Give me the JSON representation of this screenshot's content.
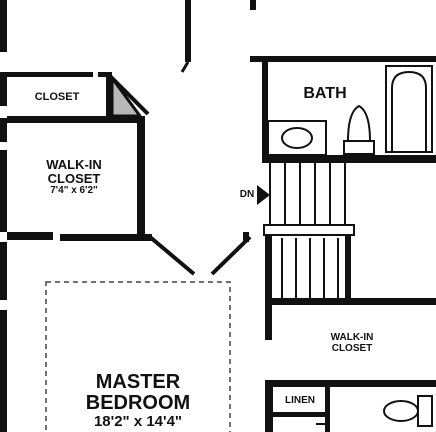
{
  "rooms": {
    "closet": {
      "name": "CLOSET"
    },
    "bath": {
      "name": "BATH"
    },
    "walkin_closet_left": {
      "line1": "WALK-IN",
      "line2": "CLOSET",
      "dimensions": "7'4\" x 6'2\""
    },
    "walkin_closet_right": {
      "line1": "WALK-IN",
      "line2": "CLOSET"
    },
    "linen": {
      "name": "LINEN"
    },
    "master_bedroom": {
      "line1": "MASTER",
      "line2": "BEDROOM",
      "dimensions": "18'2\" x 14'4\""
    }
  },
  "stairs": {
    "direction_label": "DN"
  }
}
